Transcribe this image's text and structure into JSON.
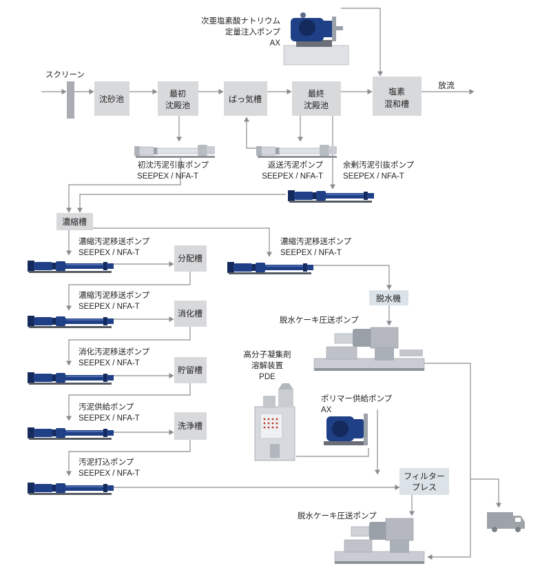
{
  "colors": {
    "box_fill": "#d8d9db",
    "box_accent": "#dce3e8",
    "flow_line": "#8a8c8f",
    "pump_blue": "#1f3f86",
    "machine_grey": "#bfc3c8"
  },
  "top_pump": {
    "line1": "次亜塩素酸ナトリウム",
    "line2": "定量注入ポンプ",
    "line3": "AX",
    "icon": "dosing-pump-icon"
  },
  "main_line": {
    "screen": "スクリーン",
    "grit": "沈砂池",
    "primary_1": "最初",
    "primary_2": "沈殿池",
    "aeration": "ばっ気槽",
    "final_1": "最終",
    "final_2": "沈殿池",
    "chlor_1": "塩素",
    "chlor_2": "混和槽",
    "discharge": "放流"
  },
  "pumps": {
    "primary": {
      "name": "初沈汚泥引抜ポンプ",
      "model": "SEEPEX / NFA-T"
    },
    "return": {
      "name": "返送汚泥ポンプ",
      "model": "SEEPEX / NFA-T"
    },
    "excess": {
      "name": "余剰汚泥引抜ポンプ",
      "model": "SEEPEX / NFA-T"
    },
    "thick1": {
      "name": "濃縮汚泥移送ポンプ",
      "model": "SEEPEX / NFA-T"
    },
    "thick2": {
      "name": "濃縮汚泥移送ポンプ",
      "model": "SEEPEX / NFA-T"
    },
    "thick_right": {
      "name": "濃縮汚泥移送ポンプ",
      "model": "SEEPEX / NFA-T"
    },
    "digested": {
      "name": "消化汚泥移送ポンプ",
      "model": "SEEPEX / NFA-T"
    },
    "supply": {
      "name": "汚泥供給ポンプ",
      "model": "SEEPEX / NFA-T"
    },
    "feed": {
      "name": "汚泥打込ポンプ",
      "model": "SEEPEX / NFA-T"
    },
    "cake1": {
      "name": "脱水ケーキ圧送ポンプ"
    },
    "cake2": {
      "name": "脱水ケーキ圧送ポンプ"
    },
    "polymer": {
      "name": "ポリマー供給ポンプ",
      "model": "AX"
    }
  },
  "tanks": {
    "thickener": "濃縮槽",
    "distribution": "分配槽",
    "digestion": "消化槽",
    "storage": "貯留槽",
    "washing": "洗浄槽",
    "dewater": "脱水機",
    "filter_1": "フィルター",
    "filter_2": "プレス"
  },
  "pde": {
    "line1": "高分子凝集剤",
    "line2": "溶解装置",
    "line3": "PDE"
  },
  "truck": {
    "icon": "truck-icon"
  }
}
